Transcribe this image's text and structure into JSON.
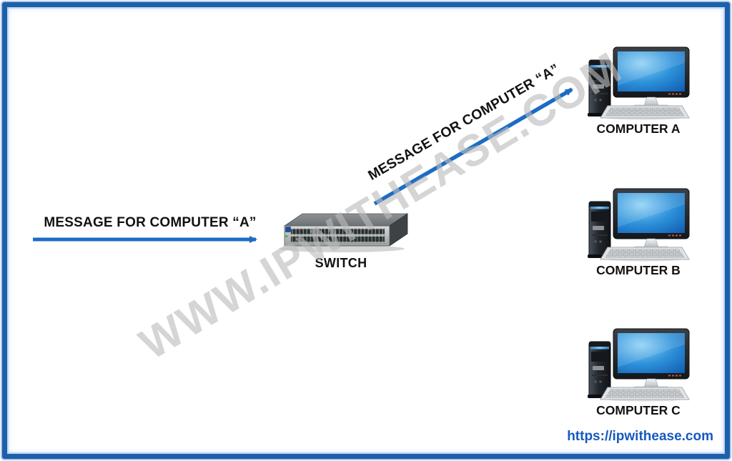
{
  "diagram": {
    "arrow_left_label": "MESSAGE FOR COMPUTER “A”",
    "arrow_diagonal_label": "MESSAGE FOR COMPUTER “A”",
    "switch": {
      "label": "SWITCH"
    },
    "computers": [
      {
        "label": "COMPUTER A"
      },
      {
        "label": "COMPUTER B"
      },
      {
        "label": "COMPUTER C"
      }
    ],
    "watermark": "WWW.IPWITHEASE.COM",
    "footer_url": "https://ipwithease.com",
    "colors": {
      "arrow": "#1b6cc4",
      "frame": "#1e5fa9",
      "url_text": "#1659c2",
      "watermark_c": "#bcbcbc"
    }
  }
}
